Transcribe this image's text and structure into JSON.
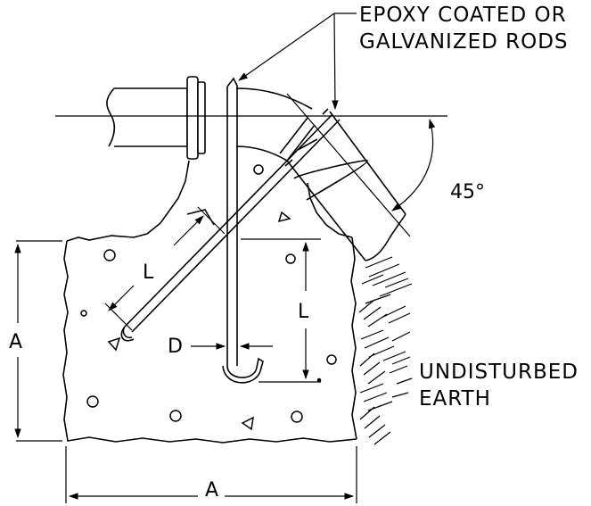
{
  "labels": {
    "rods_line1": "EPOXY COATED OR",
    "rods_line2": "GALVANIZED RODS",
    "angle": "45°",
    "earth_line1": "UNDISTURBED",
    "earth_line2": "EARTH",
    "dim_length": "L",
    "dim_diameter": "D",
    "dim_width": "A"
  },
  "colors": {
    "line": "#000000",
    "background": "#ffffff"
  }
}
